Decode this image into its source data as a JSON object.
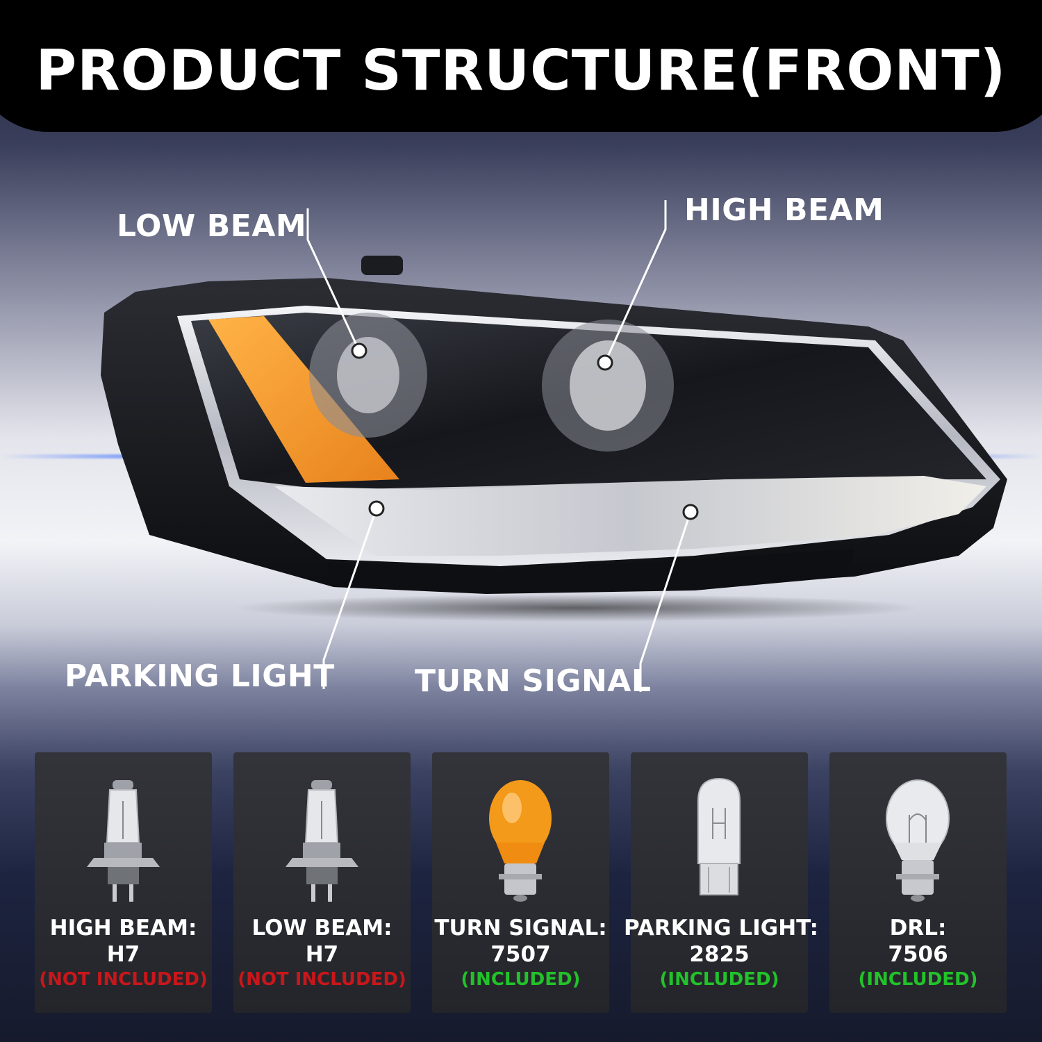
{
  "title": "PRODUCT STRUCTURE(FRONT)",
  "callouts": {
    "low_beam": "LOW BEAM",
    "high_beam": "HIGH BEAM",
    "parking_light": "PARKING LIGHT",
    "turn_signal": "TURN SIGNAL"
  },
  "bulbs": [
    {
      "name": "HIGH BEAM:",
      "code": "H7",
      "status": "(NOT INCLUDED)",
      "included": false,
      "icon": "h7-halogen-bulb-icon"
    },
    {
      "name": "LOW BEAM:",
      "code": "H7",
      "status": "(NOT INCLUDED)",
      "included": false,
      "icon": "h7-halogen-bulb-icon"
    },
    {
      "name": "TURN SIGNAL:",
      "code": "7507",
      "status": "(INCLUDED)",
      "included": true,
      "icon": "amber-bayonet-bulb-icon"
    },
    {
      "name": "PARKING LIGHT:",
      "code": "2825",
      "status": "(INCLUDED)",
      "included": true,
      "icon": "wedge-bulb-icon"
    },
    {
      "name": "DRL:",
      "code": "7506",
      "status": "(INCLUDED)",
      "included": true,
      "icon": "clear-bayonet-bulb-icon"
    }
  ],
  "colors": {
    "not_included": "#c8171b",
    "included": "#22c22a",
    "amber_reflector": "#f39a2a"
  }
}
